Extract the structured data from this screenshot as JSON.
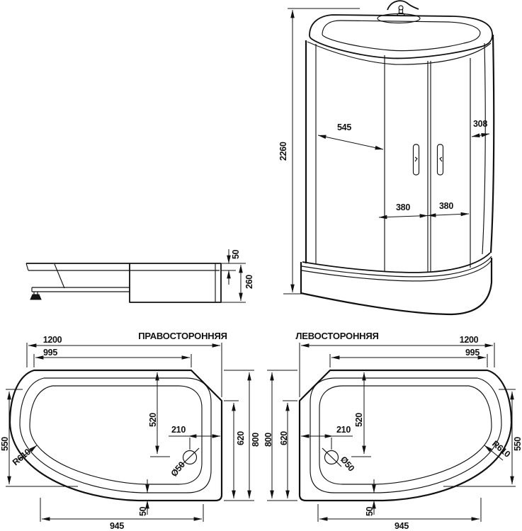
{
  "front_view": {
    "overall_height": "2260",
    "left_panel_width": "545",
    "right_side_panel_width": "308",
    "left_door_width": "380",
    "right_door_width": "380"
  },
  "side_view": {
    "rim_height": "50",
    "tray_height": "260"
  },
  "plan_right_sided": {
    "title": "ПРАВОСТОРОННЯЯ",
    "overall_width": "1200",
    "top_edge_width": "995",
    "drain_from_back": "520",
    "drain_offset": "210",
    "drain_diameter": "Ø50",
    "side_height": "550",
    "corner_radius": "R610",
    "inner_depth": "620",
    "overall_depth": "800",
    "front_lip": "50",
    "bottom_width": "945"
  },
  "plan_left_sided": {
    "title": "ЛЕВОСТОРОННЯЯ",
    "overall_width": "1200",
    "top_edge_width": "995",
    "drain_from_back": "520",
    "drain_offset": "210",
    "drain_diameter": "Ø50",
    "side_height": "550",
    "corner_radius": "R610",
    "inner_depth": "620",
    "overall_depth": "800",
    "front_lip": "50",
    "bottom_width": "945"
  }
}
